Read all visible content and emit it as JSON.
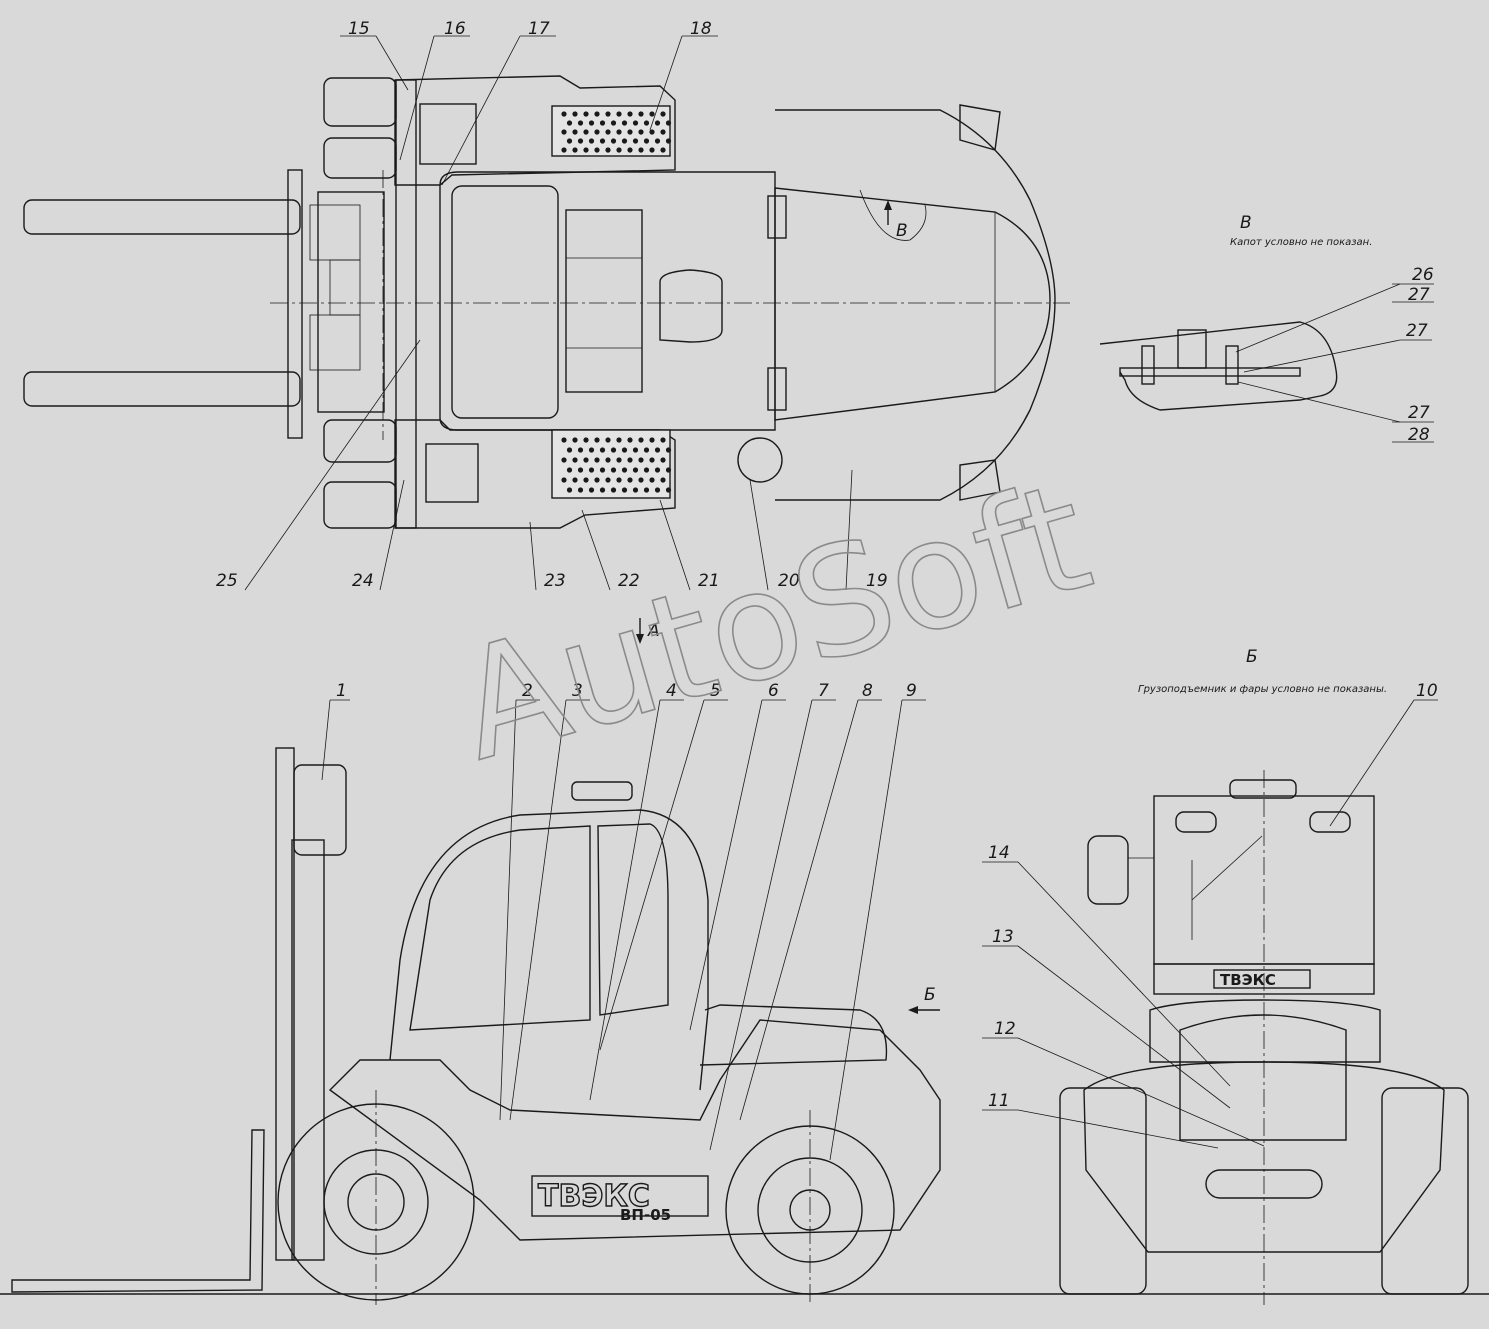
{
  "top_view": {
    "labels": [
      "15",
      "16",
      "17",
      "18",
      "19",
      "20",
      "21",
      "22",
      "23",
      "24",
      "25"
    ],
    "section_mark": "В"
  },
  "detail_v": {
    "title": "В",
    "note": "Капот условно не показан.",
    "labels": [
      "26",
      "27",
      "27",
      "27",
      "28"
    ]
  },
  "side_view": {
    "labels": [
      "1",
      "2",
      "3",
      "4",
      "5",
      "6",
      "7",
      "8",
      "9"
    ],
    "arrow_a": "А",
    "arrow_b": "Б",
    "brand": "ТВЭКС",
    "model": "ВП-05"
  },
  "view_b": {
    "title": "Б",
    "note": "Грузоподъемник и фары условно не показаны.",
    "labels": [
      "10",
      "11",
      "12",
      "13",
      "14"
    ],
    "brand": "ТВЭКС"
  },
  "watermark": "AutoSoft"
}
